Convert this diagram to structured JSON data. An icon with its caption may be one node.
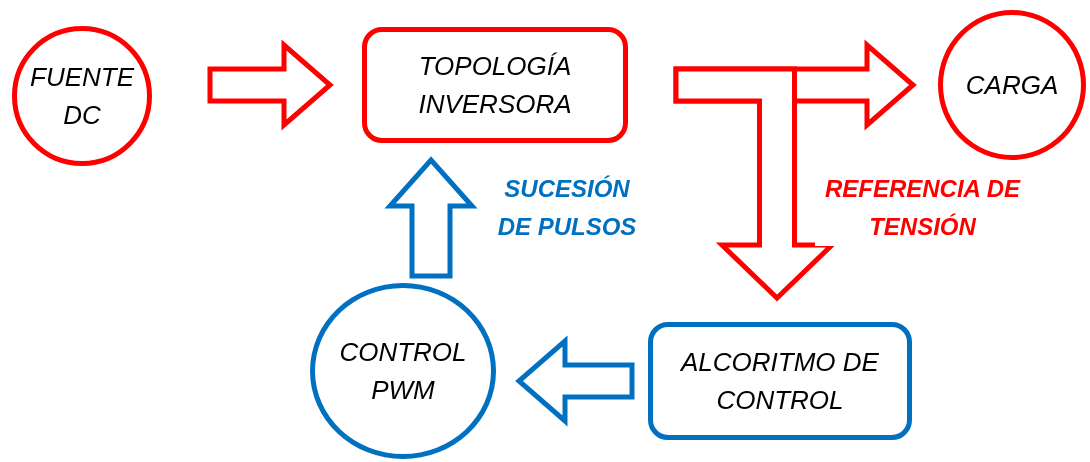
{
  "diagram": {
    "nodes": [
      {
        "text": [
          "FUENTE DC"
        ]
      },
      {
        "text": [
          "TOPOLOGÍA INVERSORA"
        ]
      },
      {
        "text": [
          "CARGA"
        ]
      },
      {
        "text": [
          "CONTROL PWM"
        ]
      },
      {
        "text": [
          "ALCORITMO DE CONTROL"
        ]
      }
    ],
    "edges": [
      {
        "from": 0,
        "to": 1,
        "arrow": "to"
      },
      {
        "from": 1,
        "to": 2,
        "arrow": "to"
      },
      {
        "from": 1,
        "to": 4,
        "arrow": "to",
        "label": "REFERENCIA DE TENSIÓN"
      },
      {
        "from": 4,
        "to": 3,
        "arrow": "to",
        "color": "#0070c0"
      },
      {
        "from": 3,
        "to": 1,
        "arrow": "to",
        "label": "SUCESIÓN DE PULSOS",
        "color": "#0070c0"
      }
    ]
  }
}
